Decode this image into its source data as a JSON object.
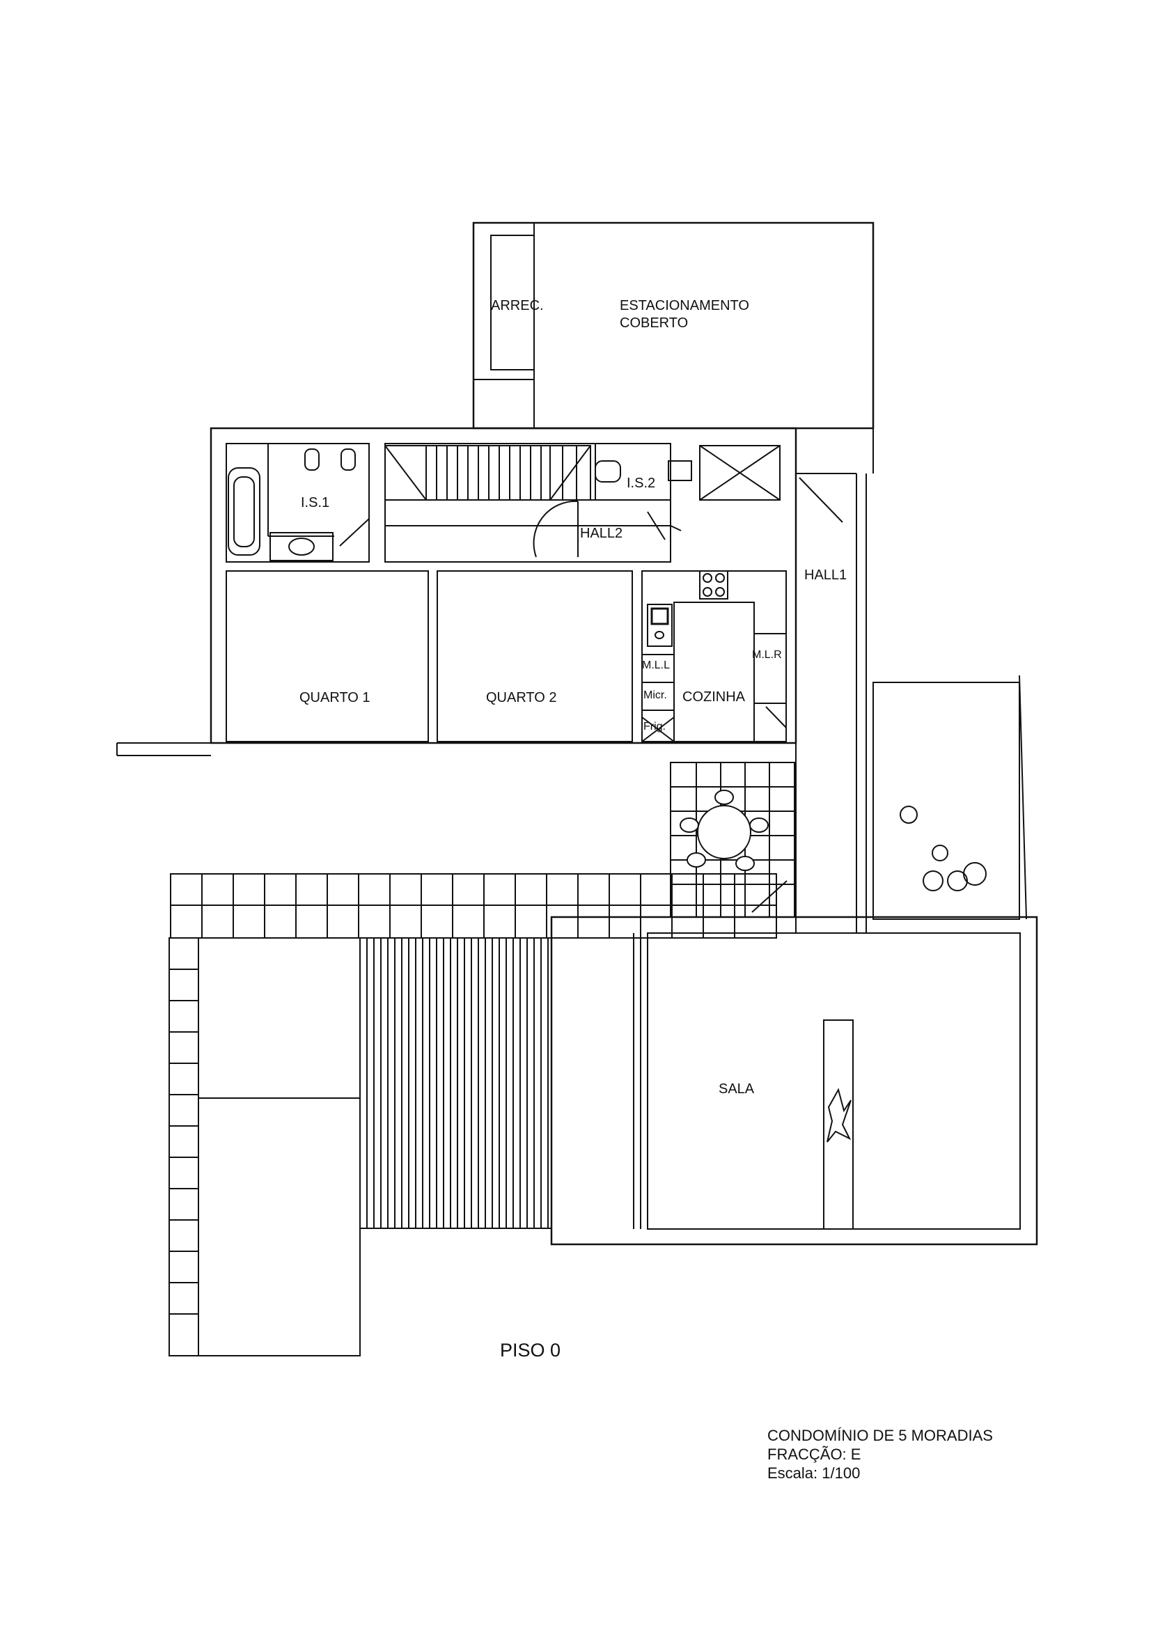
{
  "rooms": {
    "arrec": "ARREC.",
    "estacionamento_1": "ESTACIONAMENTO",
    "estacionamento_2": "COBERTO",
    "is1": "I.S.1",
    "is2": "I.S.2",
    "hall2": "HALL2",
    "hall1": "HALL1",
    "quarto1": "QUARTO  1",
    "quarto2": "QUARTO  2",
    "cozinha": "COZINHA",
    "mll": "M.L.L",
    "mlr": "M.L.R",
    "micr": "Micr.",
    "frig": "Frig.",
    "sala": "SALA"
  },
  "floor_title": "PISO 0",
  "footer": {
    "line1": "CONDOMÍNIO DE 5 MORADIAS",
    "line2": "FRACÇÃO: E",
    "line3": "Escala: 1/100"
  },
  "colors": {
    "ink": "#111111",
    "paper": "#ffffff"
  }
}
